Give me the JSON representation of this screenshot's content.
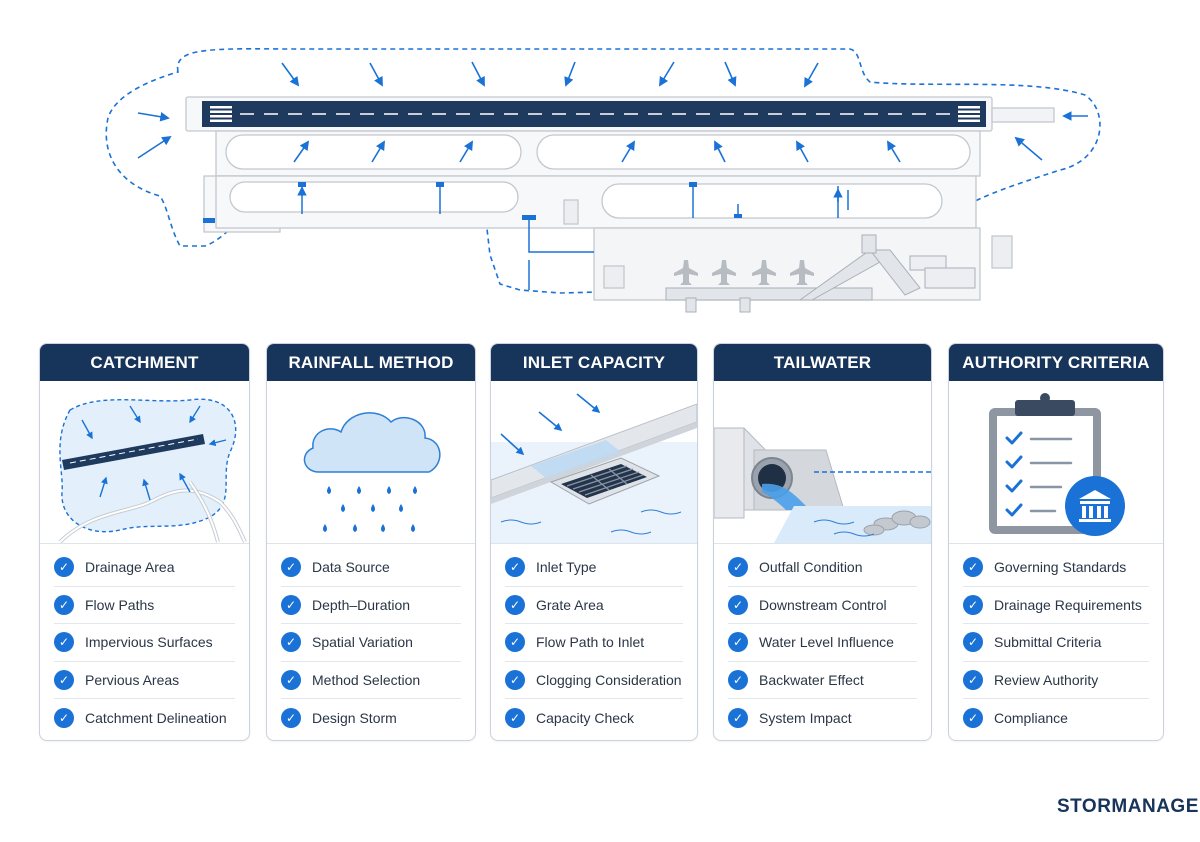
{
  "colors": {
    "navy": "#17345a",
    "accent": "#1a72d6",
    "water": "#cfe4f7"
  },
  "cards": [
    {
      "title": "CATCHMENT",
      "illustration": "catchment-map-icon",
      "items": [
        "Drainage Area",
        "Flow Paths",
        "Impervious Surfaces",
        "Pervious Areas",
        "Catchment Delineation"
      ]
    },
    {
      "title": "RAINFALL METHOD",
      "illustration": "rain-cloud-icon",
      "items": [
        "Data Source",
        "Depth–Duration",
        "Spatial Variation",
        "Method Selection",
        "Design Storm"
      ]
    },
    {
      "title": "INLET CAPACITY",
      "illustration": "grate-inlet-icon",
      "items": [
        "Inlet Type",
        "Grate Area",
        "Flow Path to Inlet",
        "Clogging Consideration",
        "Capacity Check"
      ]
    },
    {
      "title": "TAILWATER",
      "illustration": "outfall-pipe-icon",
      "items": [
        "Outfall Condition",
        "Downstream Control",
        "Water Level Influence",
        "Backwater Effect",
        "System Impact"
      ]
    },
    {
      "title": "AUTHORITY CRITERIA",
      "illustration": "clipboard-authority-icon",
      "items": [
        "Governing Standards",
        "Drainage Requirements",
        "Submittal Criteria",
        "Review Authority",
        "Compliance"
      ]
    }
  ],
  "brand": "STORMANAGE"
}
